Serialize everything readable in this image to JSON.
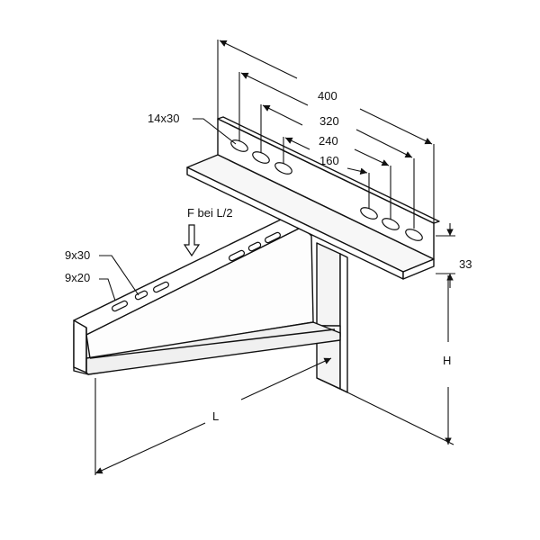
{
  "labels": {
    "dim_400": "400",
    "dim_320": "320",
    "dim_240": "240",
    "dim_160": "160",
    "slot_top": "14x30",
    "load": "F bei L/2",
    "slot_arm_large": "9x30",
    "slot_arm_small": "9x20",
    "dim_33": "33",
    "dim_H": "H",
    "dim_L": "L"
  },
  "colors": {
    "line": "#111111",
    "fill": "#ffffff",
    "shade": "#f2f2f2"
  }
}
